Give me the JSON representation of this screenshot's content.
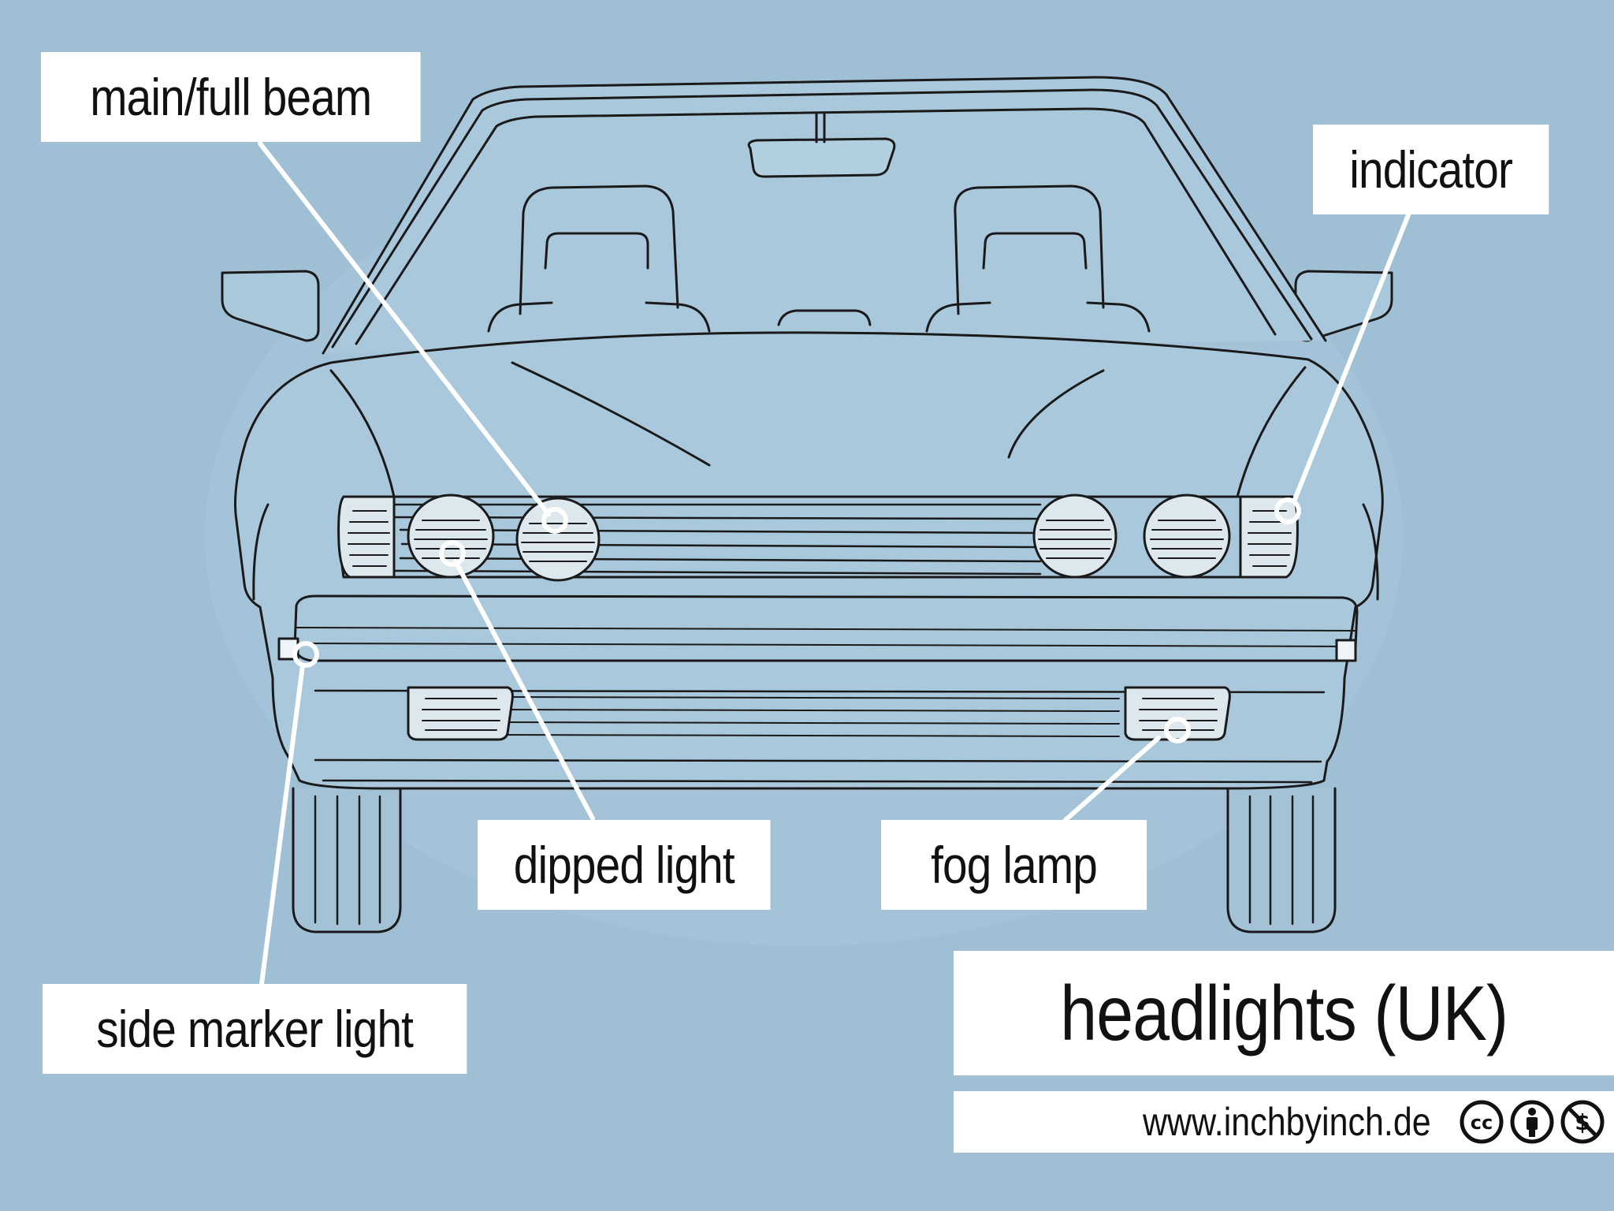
{
  "title": "headlights (UK)",
  "website": "www.inchbyinch.de",
  "labels": {
    "main_beam": "main/full beam",
    "indicator": "indicator",
    "dipped_light": "dipped light",
    "fog_lamp": "fog lamp",
    "side_marker_light": "side marker light"
  },
  "license_icons": [
    "cc-icon",
    "attribution-icon",
    "noncommercial-icon"
  ],
  "colors": {
    "background": "#9fbfd4",
    "car_body": "#a9c8dc",
    "outline": "#1a1a1a",
    "label_bg": "#ffffff",
    "leader_line": "#ffffff"
  }
}
